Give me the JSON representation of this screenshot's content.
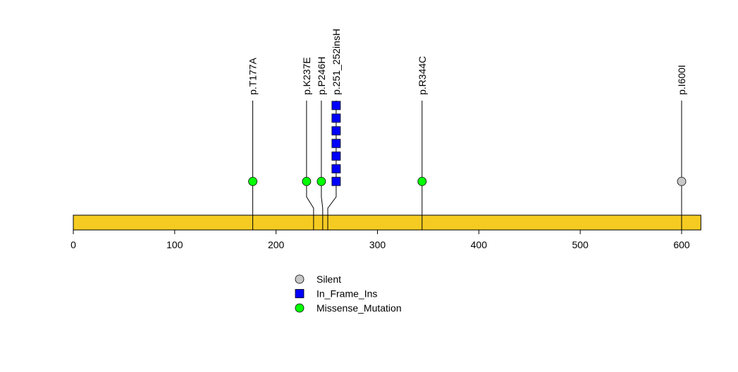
{
  "chart_data": {
    "type": "lollipop",
    "title": "",
    "xlabel": "",
    "ylabel": "",
    "xlim": [
      0,
      619
    ],
    "protein_length": 619,
    "xticks": [
      0,
      100,
      200,
      300,
      400,
      500,
      600
    ],
    "bar_color": "#F5CB22",
    "mutations": [
      {
        "label": "p.T177A",
        "position": 177,
        "type": "Missense_Mutation",
        "count": 1
      },
      {
        "label": "p.K237E",
        "position": 237,
        "type": "Missense_Mutation",
        "count": 1
      },
      {
        "label": "p.P246H",
        "position": 246,
        "type": "Missense_Mutation",
        "count": 1
      },
      {
        "label": "p.251_252insH",
        "position": 251,
        "type": "In_Frame_Ins",
        "count": 7
      },
      {
        "label": "p.R344C",
        "position": 344,
        "type": "Missense_Mutation",
        "count": 1
      },
      {
        "label": "p.I600I",
        "position": 600,
        "type": "Silent",
        "count": 1
      }
    ],
    "legend": {
      "placement": "bottom-center",
      "entries": [
        {
          "name": "Silent",
          "shape": "circle",
          "color": "#C8C8C8"
        },
        {
          "name": "In_Frame_Ins",
          "shape": "square",
          "color": "#0000FF"
        },
        {
          "name": "Missense_Mutation",
          "shape": "circle",
          "color": "#00FF00"
        }
      ]
    }
  }
}
